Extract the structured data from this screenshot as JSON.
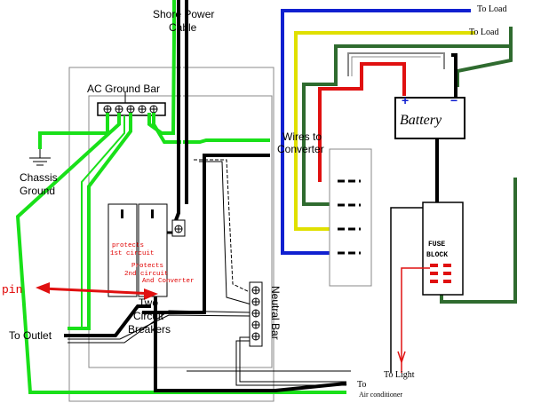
{
  "labels": {
    "shore_power": "Shore Power",
    "cable": "Cable",
    "ac_ground_bar": "AC Ground Bar",
    "chassis": "Chassis",
    "ground": "Ground",
    "wires_to": "Wires to",
    "converter": "Converter",
    "battery": "Battery",
    "battery_plus": "+",
    "battery_minus": "−",
    "to_load_1": "To Load",
    "to_load_2": "To Load",
    "fuse": "FUSE",
    "block": "BLOCK",
    "protects_1a": "protects",
    "protects_1b": "1st circuit",
    "protects_2a": "Protects",
    "protects_2b": "2nd circuit",
    "protects_2c": "And Converter",
    "pin": "pin",
    "two_circuit": "Two",
    "circuit": "Circuit",
    "breakers": "Breakers",
    "neutral_bar": "Neutral Bar",
    "to_outlet": "To Outlet",
    "to_light": "To Light",
    "to": "To",
    "air_conditioner": "Air conditioner"
  },
  "colors": {
    "green": "#19e019",
    "dark_green": "#2f6b2f",
    "blue": "#1020d0",
    "yellow": "#e0e000",
    "red": "#e01010",
    "black": "#000000"
  }
}
